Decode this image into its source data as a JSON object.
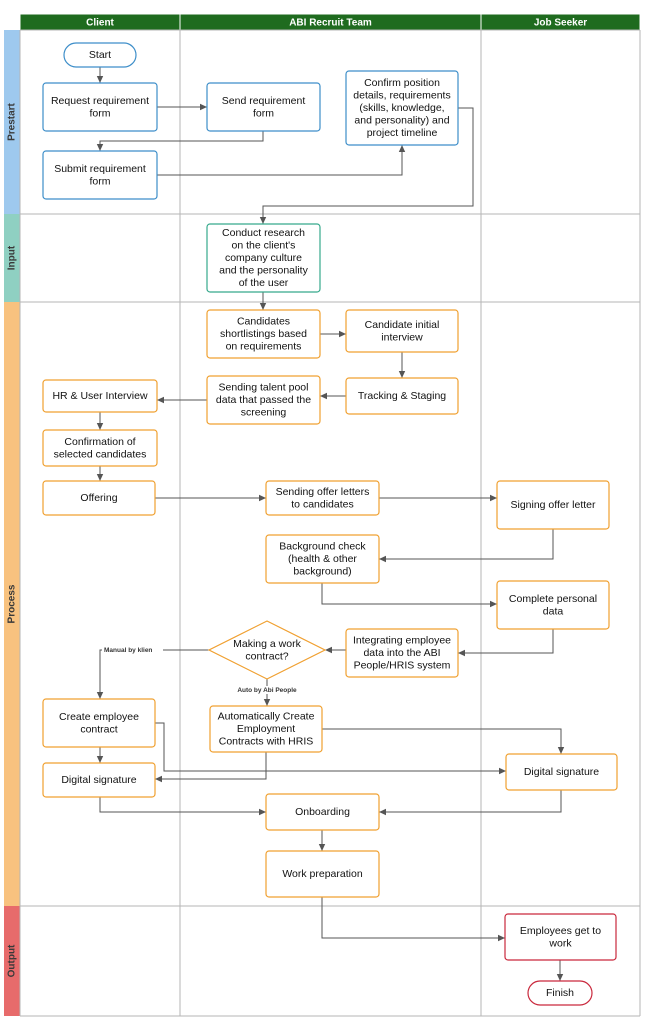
{
  "colors": {
    "header_bg": "#1f6b1f",
    "prestart_lane": "#9ec9ee",
    "input_lane": "#8fd0c2",
    "process_lane": "#f8c27f",
    "output_lane": "#e76b6b",
    "prestart_border": "#3d8ec9",
    "input_border": "#36a98c",
    "process_border": "#f0a030",
    "output_border": "#c9283c",
    "grid": "#b5b5b5"
  },
  "columns": [
    {
      "id": "client",
      "label": "Client"
    },
    {
      "id": "abi",
      "label": "ABI Recruit Team"
    },
    {
      "id": "seeker",
      "label": "Job Seeker"
    }
  ],
  "lanes": [
    {
      "id": "prestart",
      "label": "Prestart"
    },
    {
      "id": "input",
      "label": "Input"
    },
    {
      "id": "process",
      "label": "Process"
    },
    {
      "id": "output",
      "label": "Output"
    }
  ],
  "nodes": [
    {
      "id": "start",
      "shape": "terminal",
      "lane": "prestart",
      "lines": [
        "Start"
      ]
    },
    {
      "id": "req_form",
      "shape": "process",
      "lane": "prestart",
      "lines": [
        "Request requirement",
        "form"
      ]
    },
    {
      "id": "send_req",
      "shape": "process",
      "lane": "prestart",
      "lines": [
        "Send requirement",
        "form"
      ]
    },
    {
      "id": "confirm_pos",
      "shape": "process",
      "lane": "prestart",
      "lines": [
        "Confirm position",
        "details, requirements",
        "(skills, knowledge,",
        "and personality) and",
        "project timeline"
      ]
    },
    {
      "id": "submit_req",
      "shape": "process",
      "lane": "prestart",
      "lines": [
        "Submit requirement",
        "form"
      ]
    },
    {
      "id": "research",
      "shape": "process",
      "lane": "input",
      "lines": [
        "Conduct research",
        "on the client's",
        "company culture",
        "and the personality",
        "of the user"
      ]
    },
    {
      "id": "shortlist",
      "shape": "process",
      "lane": "process",
      "lines": [
        "Candidates",
        "shortlistings based",
        "on requirements"
      ]
    },
    {
      "id": "initial_iv",
      "shape": "process",
      "lane": "process",
      "lines": [
        "Candidate initial",
        "interview"
      ]
    },
    {
      "id": "tracking",
      "shape": "process",
      "lane": "process",
      "lines": [
        "Tracking & Staging"
      ]
    },
    {
      "id": "talent_pool",
      "shape": "process",
      "lane": "process",
      "lines": [
        "Sending talent pool",
        "data that passed the",
        "screening"
      ]
    },
    {
      "id": "hr_iv",
      "shape": "process",
      "lane": "process",
      "lines": [
        "HR & User Interview"
      ]
    },
    {
      "id": "confirm_cand",
      "shape": "process",
      "lane": "process",
      "lines": [
        "Confirmation of",
        "selected candidates"
      ]
    },
    {
      "id": "offering",
      "shape": "process",
      "lane": "process",
      "lines": [
        "Offering"
      ]
    },
    {
      "id": "offer_letters",
      "shape": "process",
      "lane": "process",
      "lines": [
        "Sending offer letters",
        "to candidates"
      ]
    },
    {
      "id": "sign_offer",
      "shape": "process",
      "lane": "process",
      "lines": [
        "Signing offer letter"
      ]
    },
    {
      "id": "bg_check",
      "shape": "process",
      "lane": "process",
      "lines": [
        "Background check",
        "(health & other",
        "background)"
      ]
    },
    {
      "id": "personal_data",
      "shape": "process",
      "lane": "process",
      "lines": [
        "Complete personal",
        "data"
      ]
    },
    {
      "id": "integrating",
      "shape": "process",
      "lane": "process",
      "lines": [
        "Integrating employee",
        "data into the ABI",
        "People/HRIS system"
      ]
    },
    {
      "id": "decision",
      "shape": "decision",
      "lane": "process",
      "lines": [
        "Making a work",
        "contract?"
      ]
    },
    {
      "id": "create_contract",
      "shape": "process",
      "lane": "process",
      "lines": [
        "Create employee",
        "contract"
      ]
    },
    {
      "id": "auto_contract",
      "shape": "process",
      "lane": "process",
      "lines": [
        "Automatically Create",
        "Employment",
        "Contracts with HRIS"
      ]
    },
    {
      "id": "sig_client",
      "shape": "process",
      "lane": "process",
      "lines": [
        "Digital signature"
      ]
    },
    {
      "id": "sig_seeker",
      "shape": "process",
      "lane": "process",
      "lines": [
        "Digital signature"
      ]
    },
    {
      "id": "onboarding",
      "shape": "process",
      "lane": "process",
      "lines": [
        "Onboarding"
      ]
    },
    {
      "id": "work_prep",
      "shape": "process",
      "lane": "process",
      "lines": [
        "Work preparation"
      ]
    },
    {
      "id": "employees_work",
      "shape": "process",
      "lane": "output",
      "lines": [
        "Employees get to",
        "work"
      ]
    },
    {
      "id": "finish",
      "shape": "terminal",
      "lane": "output",
      "lines": [
        "Finish"
      ]
    }
  ],
  "edges": [
    {
      "from": "start",
      "to": "req_form"
    },
    {
      "from": "req_form",
      "to": "send_req"
    },
    {
      "from": "send_req",
      "to": "submit_req"
    },
    {
      "from": "submit_req",
      "to": "confirm_pos"
    },
    {
      "from": "confirm_pos",
      "to": "research"
    },
    {
      "from": "research",
      "to": "shortlist"
    },
    {
      "from": "shortlist",
      "to": "initial_iv"
    },
    {
      "from": "initial_iv",
      "to": "tracking"
    },
    {
      "from": "tracking",
      "to": "talent_pool"
    },
    {
      "from": "talent_pool",
      "to": "hr_iv"
    },
    {
      "from": "hr_iv",
      "to": "confirm_cand"
    },
    {
      "from": "confirm_cand",
      "to": "offering"
    },
    {
      "from": "offering",
      "to": "offer_letters"
    },
    {
      "from": "offer_letters",
      "to": "sign_offer"
    },
    {
      "from": "sign_offer",
      "to": "bg_check"
    },
    {
      "from": "bg_check",
      "to": "personal_data"
    },
    {
      "from": "personal_data",
      "to": "integrating"
    },
    {
      "from": "integrating",
      "to": "decision"
    },
    {
      "from": "decision",
      "to": "create_contract",
      "label": "Manual by klien"
    },
    {
      "from": "decision",
      "to": "auto_contract",
      "label": "Auto by Abi People"
    },
    {
      "from": "create_contract",
      "to": "sig_client"
    },
    {
      "from": "create_contract",
      "to": "sig_seeker"
    },
    {
      "from": "auto_contract",
      "to": "sig_client"
    },
    {
      "from": "auto_contract",
      "to": "sig_seeker"
    },
    {
      "from": "sig_client",
      "to": "onboarding"
    },
    {
      "from": "sig_seeker",
      "to": "onboarding"
    },
    {
      "from": "onboarding",
      "to": "work_prep"
    },
    {
      "from": "work_prep",
      "to": "employees_work"
    },
    {
      "from": "employees_work",
      "to": "finish"
    }
  ]
}
